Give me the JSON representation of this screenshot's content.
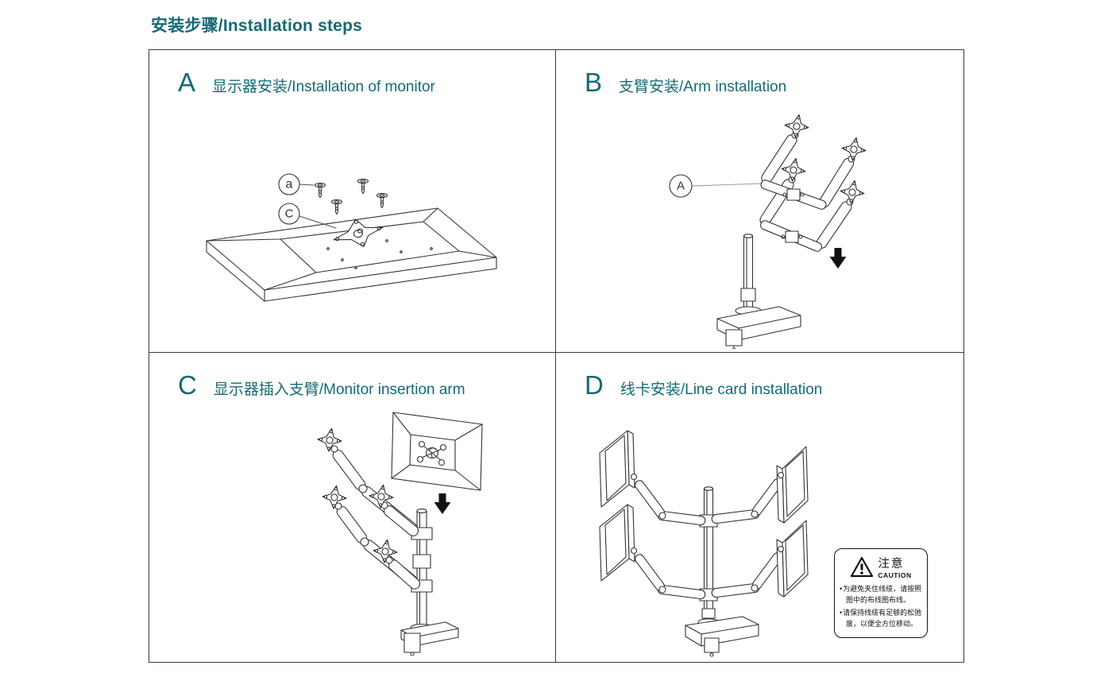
{
  "page": {
    "title": "安装步骤/Installation steps"
  },
  "colors": {
    "accent": "#156a74",
    "line": "#333333"
  },
  "panels": {
    "a": {
      "letter": "A",
      "caption": "显示器安装/Installation of monitor",
      "callout_screw": "a",
      "callout_plate": "C"
    },
    "b": {
      "letter": "B",
      "caption": "支臂安装/Arm installation",
      "callout_arm": "A"
    },
    "c": {
      "letter": "C",
      "caption": "显示器插入支臂/Monitor insertion arm"
    },
    "d": {
      "letter": "D",
      "caption": "线卡安装/Line card installation"
    }
  },
  "caution": {
    "title_zh": "注意",
    "title_en": "CAUTION",
    "bullets": [
      "为避免夹住线缆，请按照图中的布线图布线。",
      "请保持线缆有足够的松弛度，以便全方位移动。"
    ]
  }
}
